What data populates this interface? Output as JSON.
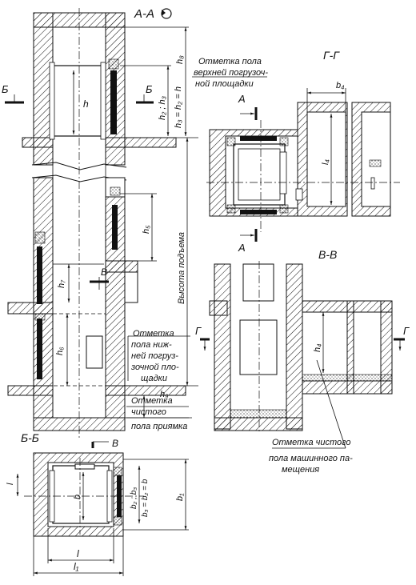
{
  "sections": {
    "aa": "А-А",
    "bb": "Б-Б",
    "vv": "В-В",
    "gg": "Г-Г"
  },
  "markers": {
    "a": "А",
    "b": "Б",
    "v": "В",
    "g": "Г"
  },
  "dims": {
    "h": "h",
    "h_upper": "h₂ ; h₃",
    "h_eq": "h₃ = h₂ = h",
    "h8": "h₈",
    "h5": "h₅",
    "h7": "h₇",
    "h6": "h₆",
    "h9": "h₉",
    "h4": "h₄",
    "lift_height": "Высота подъема",
    "b4": "b₄",
    "l4": "l₄",
    "l": "l",
    "l1": "l₁",
    "b": "b",
    "b1": "b₁",
    "b23": "b₂ ; b₃",
    "b_eq": "b₃ = b₂ = b"
  },
  "notes": {
    "upper_landing": [
      "Отметка пола",
      "верхней погрузоч-",
      "ной площадки"
    ],
    "lower_landing": [
      "Отметка",
      "пола ниж-",
      "ней погруз-",
      "зочной пло-",
      "щадки"
    ],
    "pit_floor": [
      "Отметка",
      "чистого",
      "пола приямка"
    ],
    "machine_room": [
      "Отметка чистого",
      "пола машинного па-",
      "мещения"
    ]
  },
  "icons": {
    "rotation": "rotation-arrow-icon"
  }
}
